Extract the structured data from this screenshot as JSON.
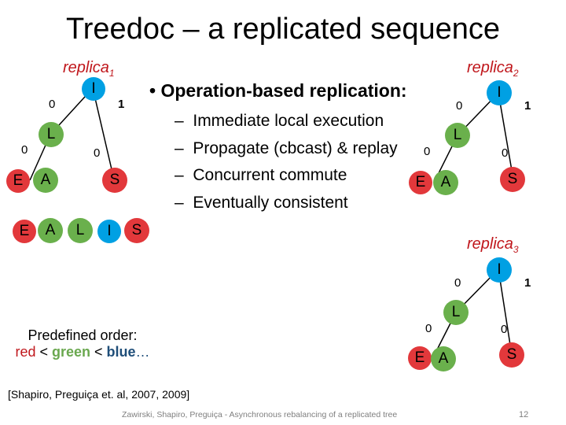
{
  "title": "Treedoc – a replicated sequence",
  "bullets": {
    "main": "Operation-based replication:",
    "subs": [
      "Immediate local execution",
      "Propagate (cbcast) & replay",
      "Concurrent commute",
      "Eventually consistent"
    ]
  },
  "replicas": {
    "r1": {
      "label": "replica",
      "sub": "1"
    },
    "r2": {
      "label": "replica",
      "sub": "2"
    },
    "r3": {
      "label": "replica",
      "sub": "3"
    }
  },
  "tree": {
    "root": "I",
    "left": "L",
    "right": "S",
    "ll_a": "E",
    "ll_b": "A",
    "edge_root_left": "0",
    "edge_root_right": "1",
    "edge_left_left": "0",
    "edge_right_left": "0"
  },
  "sequence": [
    "E",
    "A",
    "L",
    "I",
    "S"
  ],
  "order": {
    "line1": "Predefined order:",
    "red": "red",
    "lt1": " < ",
    "green": "green",
    "lt2": " < ",
    "blue": "blue",
    "ellipsis": "…"
  },
  "footer": {
    "citation": "[Shapiro, Preguiça et. al, 2007, 2009]",
    "center": "Zawirski, Shapiro, Preguiça - Asynchronous rebalancing of a replicated tree",
    "page": "12"
  },
  "colors": {
    "red": "#c0171c",
    "green": "#6aa84f",
    "blue": "#1f4e79",
    "node_blue": "#00a0e3",
    "node_green": "#6ab04c",
    "node_red": "#e2383b"
  }
}
